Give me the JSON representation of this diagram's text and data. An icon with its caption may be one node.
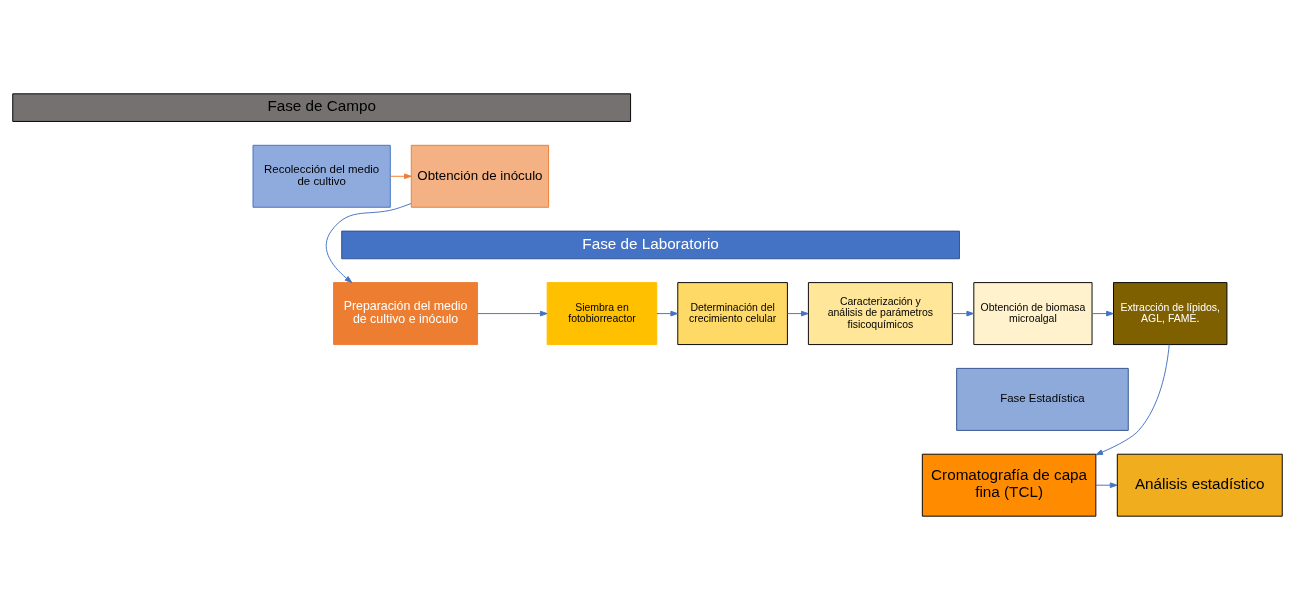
{
  "diagram": {
    "nodes": [
      {
        "text": [
          "Fase de Campo"
        ]
      },
      {
        "text": [
          "Recolección del medio de cultivo"
        ]
      },
      {
        "text": [
          "Obtención de inóculo"
        ]
      },
      {
        "text": [
          "Fase de Laboratorio"
        ]
      },
      {
        "text": [
          "Preparación del medio de cultivo e inóculo"
        ]
      },
      {
        "text": [
          "Siembra en fotobiorreactor"
        ]
      },
      {
        "text": [
          "Determinación del crecimiento celular"
        ]
      },
      {
        "text": [
          "Caracterización y análisis de parámetros fisicoquímicos"
        ]
      },
      {
        "text": [
          "Obtención de biomasa microalgal"
        ]
      },
      {
        "text": [
          "Extracción de lípidos, AGL, FAME."
        ]
      },
      {
        "text": [
          "Fase Estadística"
        ]
      },
      {
        "text": [
          "Cromatografía de capa fina (TCL)"
        ]
      },
      {
        "text": [
          "Análisis estadístico"
        ]
      }
    ],
    "edges": [
      {
        "from": 1,
        "to": 2,
        "arrow": "to",
        "color": "#ed7d31"
      },
      {
        "from": 2,
        "to": 4,
        "arrow": "to"
      },
      {
        "from": 4,
        "to": 5,
        "arrow": "to"
      },
      {
        "from": 5,
        "to": 6,
        "arrow": "to"
      },
      {
        "from": 6,
        "to": 7,
        "arrow": "to"
      },
      {
        "from": 7,
        "to": 8,
        "arrow": "to"
      },
      {
        "from": 8,
        "to": 9,
        "arrow": "to"
      },
      {
        "from": 9,
        "to": 11,
        "arrow": "to"
      },
      {
        "from": 11,
        "to": 12,
        "arrow": "to"
      }
    ]
  }
}
